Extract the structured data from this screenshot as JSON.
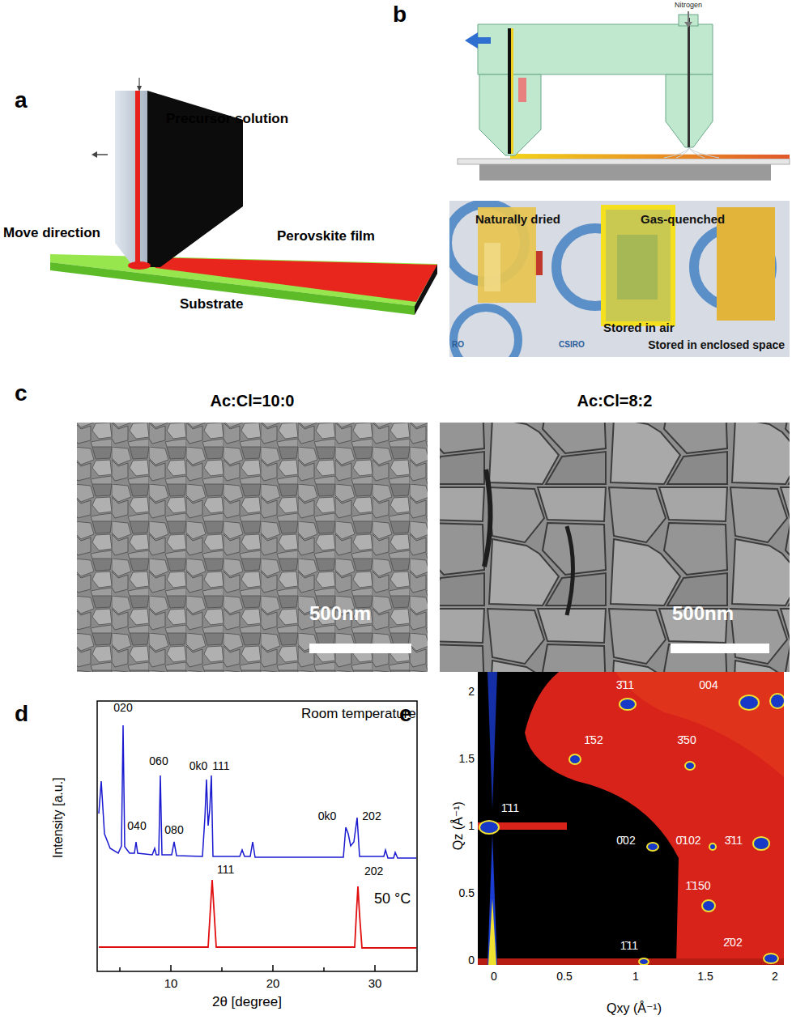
{
  "diagram": {
    "nodes": [
      {
        "text": [
          "Ac:Cl=10:0",
          "500nm"
        ]
      },
      {
        "text": [
          "Ac:Cl=8:2",
          "500nm"
        ]
      },
      {
        "text": [
          "Naturally dried",
          "Gas-quenched",
          "Stored in air",
          "Stored in enclosed space"
        ]
      }
    ],
    "labels": [
      "a",
      "b",
      "c",
      "d",
      "e",
      "Precursor solution",
      "Move direction",
      "Perovskite film",
      "Substrate",
      "Nitrogen",
      "CSIRO",
      "RO",
      "020",
      "040",
      "060",
      "080",
      "0k0",
      "111",
      "0k0",
      "202",
      "Room temperature",
      "111",
      "202",
      "50 °C",
      "Intensity [a.u.]",
      "10",
      "20",
      "30",
      "2θ [degree]",
      "3̄11",
      "004",
      "1̄52",
      "3̄50",
      "1̄11",
      "0̄02",
      "0̄102",
      "3̄11",
      "1̄150",
      "1̄11",
      "2̄02",
      "Qz (Å⁻¹)",
      "Qxy (Å⁻¹)",
      "0",
      "0.5",
      "1",
      "1.5",
      "2",
      "0",
      "0.5",
      "1",
      "1.5",
      "2"
    ]
  }
}
